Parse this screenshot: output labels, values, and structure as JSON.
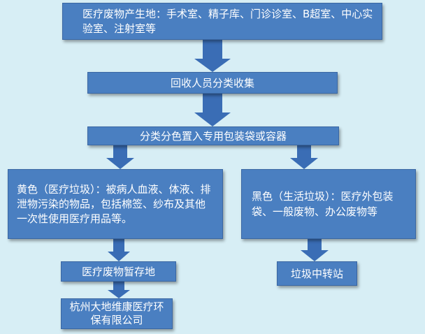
{
  "diagram": {
    "source_box": "医疗废物产生地：手术室、精子库、门诊诊室、B超室、中心实验室、注射室等",
    "collect_box": "回收人员分类收集",
    "sort_box": "分类分色置入专用包装袋或容器",
    "yellow_box": "黄色（医疗垃圾）：被病人血液、体液、排泄物污染的物品，包括棉签、纱布及其他一次性使用医疗用品等。",
    "black_box": "黑色（生活垃圾）：医疗外包装袋、一般废物、办公废物等",
    "storage_box": "医疗废物暂存地",
    "company_box": "杭州大地维康医疗环保有限公司",
    "transfer_box": "垃圾中转站"
  },
  "colors": {
    "background": "#d7eef5",
    "box_fill": "#4a7fc1",
    "box_text": "#ffffff",
    "arrow": "#3a6db5"
  }
}
